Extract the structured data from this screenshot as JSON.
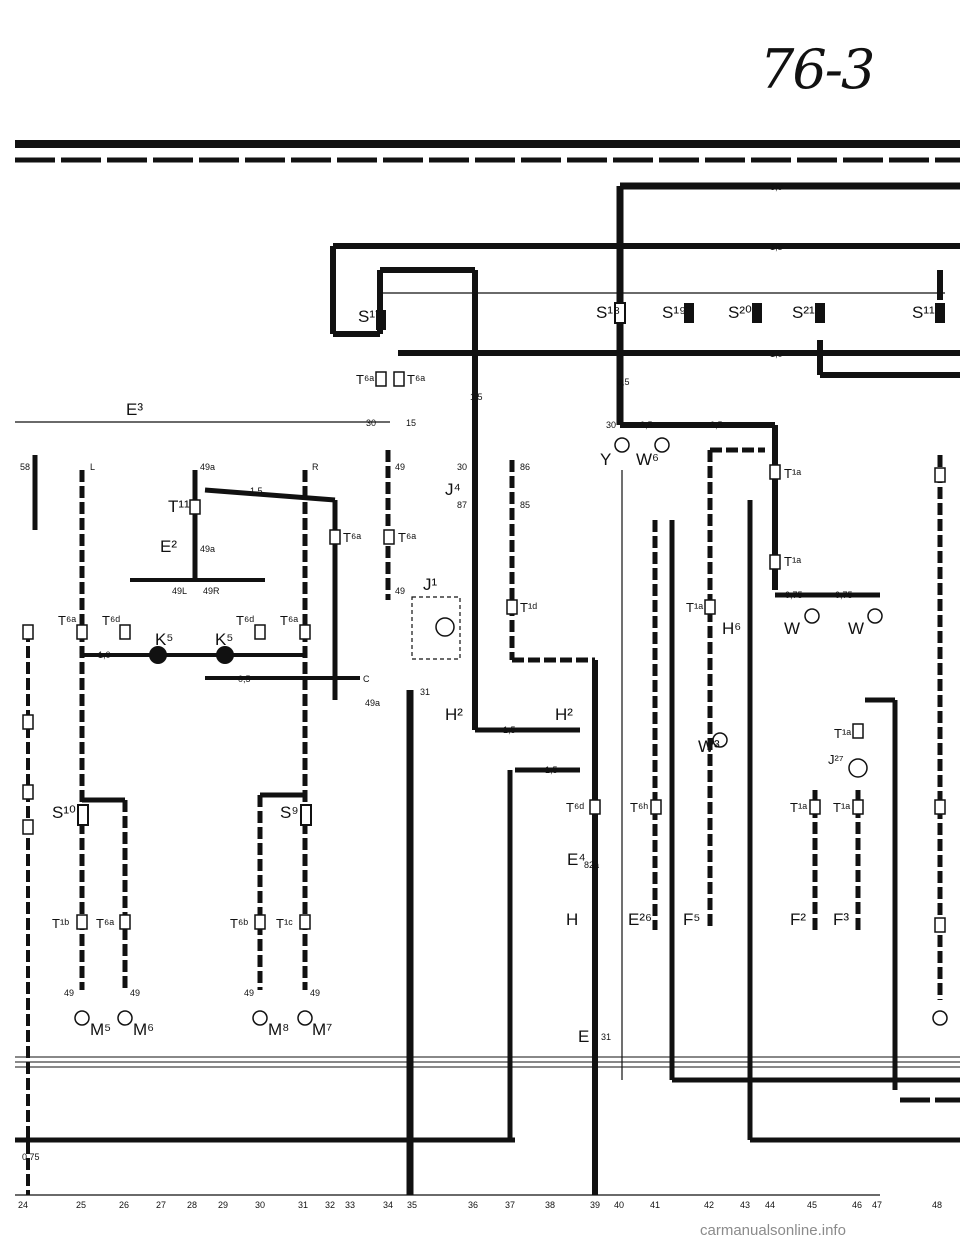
{
  "page": {
    "number": "76-3"
  },
  "watermark": "carmanualsonline.info",
  "components": {
    "E3": "E³",
    "E2": "E²",
    "E4": "E⁴",
    "E4_sub": "82a",
    "E26": "E²⁶",
    "E": "E",
    "E_sub": "31",
    "J1": "J¹",
    "J4": "J⁴",
    "J27": "J²⁷",
    "K5": "K⁵",
    "H": "H",
    "H2": "H²",
    "H6": "H⁶",
    "S17": "S¹⁷",
    "S18": "S¹⁸",
    "S19": "S¹⁹",
    "S20": "S²⁰",
    "S21": "S²¹",
    "S11": "S¹¹",
    "S10": "S¹⁰",
    "S9": "S⁹",
    "T11": "T¹¹",
    "T6a": "T⁶ᵃ",
    "T6d": "T⁶ᵈ",
    "T6b": "T⁶ᵇ",
    "T6h": "T⁶ʰ",
    "T1a": "T¹ᵃ",
    "T1b": "T¹ᵇ",
    "T1c": "T¹ᶜ",
    "T1d": "T¹ᵈ",
    "M5": "M⁵",
    "M6": "M⁶",
    "M7": "M⁷",
    "M8": "M⁸",
    "W": "W",
    "W3": "W³",
    "W6": "W⁶",
    "Y": "Y",
    "F2": "F²",
    "F3": "F³",
    "F5": "F⁵"
  },
  "terminals": [
    "30",
    "15",
    "49",
    "49a",
    "49L",
    "49R",
    "58",
    "L",
    "R",
    "86",
    "85",
    "87",
    "31",
    "C"
  ],
  "wire_sizes": [
    "6,0",
    "1,5",
    "1,0",
    "0,5",
    "0,75"
  ],
  "grid_numbers": [
    "24",
    "25",
    "26",
    "27",
    "28",
    "29",
    "30",
    "31",
    "32",
    "33",
    "34",
    "35",
    "36",
    "37",
    "38",
    "39",
    "40",
    "41",
    "42",
    "43",
    "44",
    "45",
    "46",
    "47",
    "48"
  ]
}
